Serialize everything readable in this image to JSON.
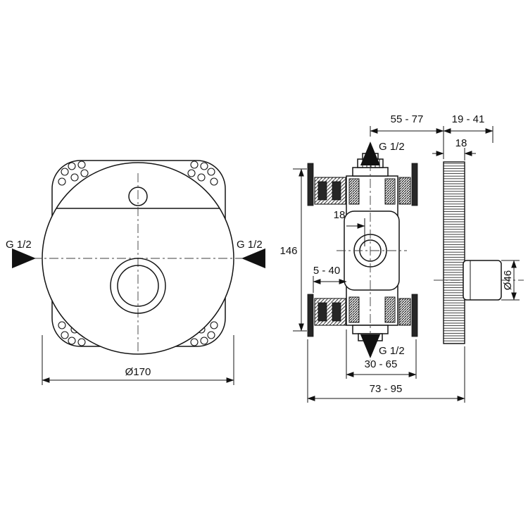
{
  "front_view": {
    "left_port_label": "G 1/2",
    "right_port_label": "G 1/2",
    "diameter_label": "Ø170"
  },
  "side_view": {
    "dim_top_span": "55 - 77",
    "dim_trim_range": "19 - 41",
    "dim_trim_thickness": "18",
    "top_port_label": "G 1/2",
    "bottom_port_label": "G 1/2",
    "dim_height": "146",
    "dim_center_offset": "18",
    "dim_plaster_depth": "5 - 40",
    "dim_handle_diameter": "Ø46",
    "dim_rough_in": "30 - 65",
    "dim_total_depth": "73 - 95"
  }
}
